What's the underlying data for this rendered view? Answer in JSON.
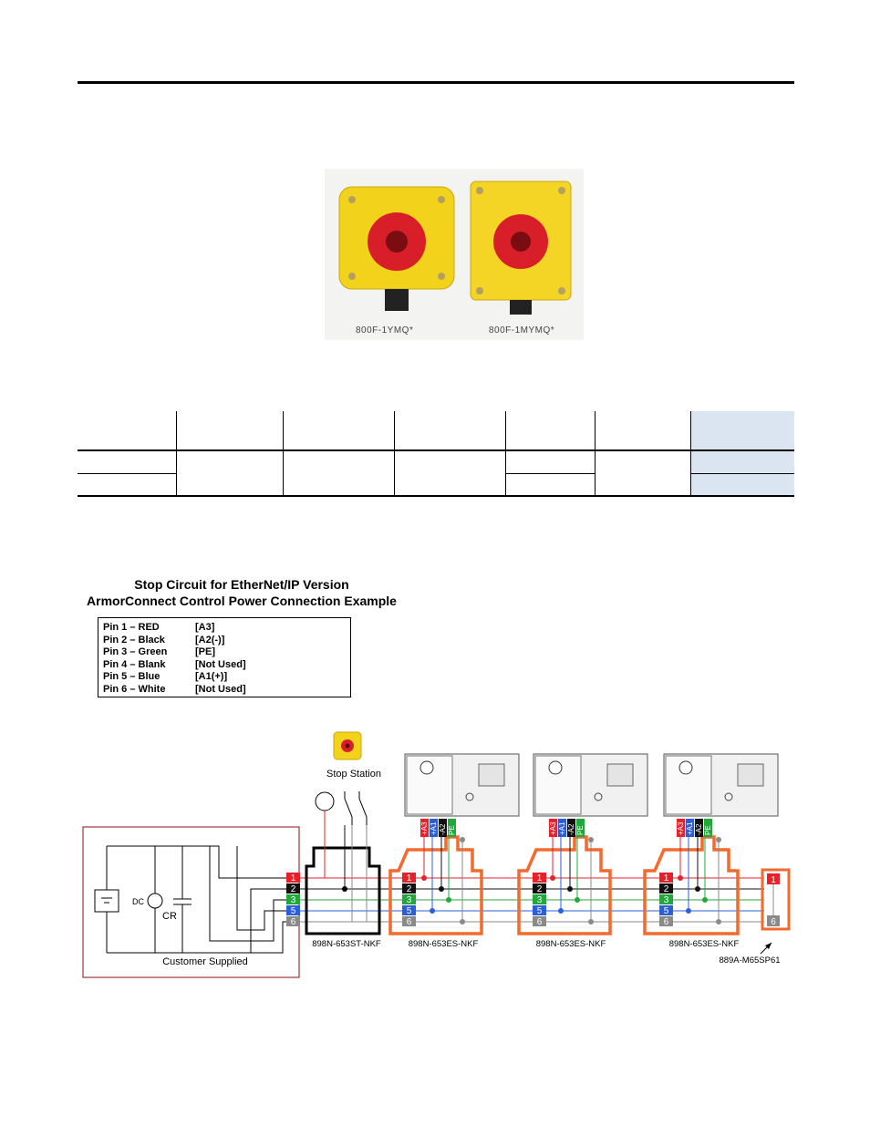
{
  "photo": {
    "captions": [
      "800F-1YMQ*",
      "800F-1MYMQ*"
    ]
  },
  "figure": {
    "title_line1": "Stop Circuit for EtherNet/IP Version",
    "title_line2": "ArmorConnect Control Power Connection Example",
    "pins": [
      {
        "name": "Pin 1 – RED",
        "value": "[A3]"
      },
      {
        "name": "Pin 2 – Black",
        "value": "[A2(-)]"
      },
      {
        "name": "Pin 3 – Green",
        "value": "[PE]"
      },
      {
        "name": "Pin 4 – Blank",
        "value": "[Not Used]"
      },
      {
        "name": "Pin 5 – Blue",
        "value": "[A1(+)]"
      },
      {
        "name": "Pin 6 – White",
        "value": "[Not Used]"
      }
    ],
    "stop_station_label": "Stop Station",
    "customer_supplied_label": "Customer Supplied",
    "dc_label": "DC",
    "cr_label": "CR",
    "terminal_numbers": [
      "1",
      "2",
      "3",
      "5",
      "6"
    ],
    "st_module_label": "898N-653ST-NKF",
    "es_module_label": "898N-653ES-NKF",
    "terminator_label": "889A-M65SP61",
    "terminator_pins": [
      "1",
      "6"
    ],
    "device_pins": [
      "+A3",
      "+A1",
      "-A2",
      "PE"
    ],
    "colors": {
      "red": "#e8202a",
      "black": "#111111",
      "green": "#22a83a",
      "blue": "#2b5fd9",
      "gray": "#8a8a8a",
      "orange": "#f26a2e",
      "customer_border": "#a0353a",
      "table_blue": "#dbe5f1"
    }
  }
}
